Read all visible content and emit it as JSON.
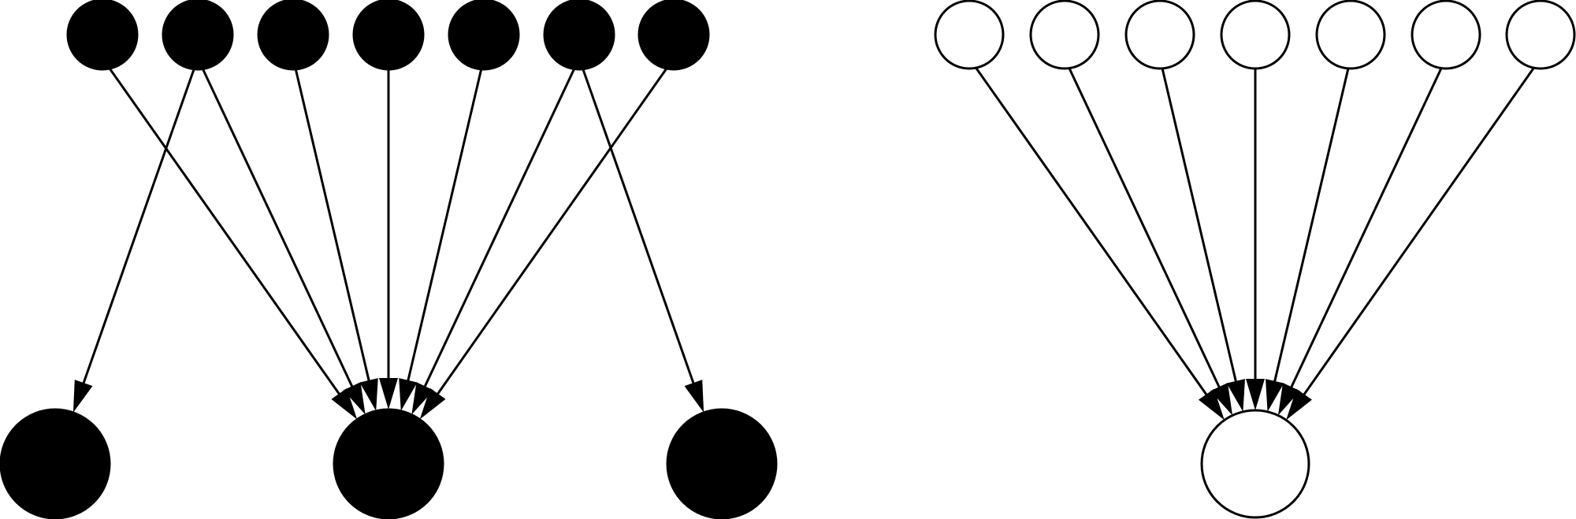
{
  "colors": {
    "background": "#ffffff",
    "stroke": "#000000",
    "filled_node": "#000000",
    "hollow_node": "#ffffff"
  },
  "left_diagram": {
    "style": "filled",
    "inputs": [
      "in-1",
      "in-2",
      "in-3",
      "in-4",
      "in-5",
      "in-6",
      "in-7"
    ],
    "outputs": [
      "out-1",
      "out-2",
      "out-3"
    ],
    "edges": [
      {
        "from": 0,
        "to": 1
      },
      {
        "from": 1,
        "to": 0
      },
      {
        "from": 1,
        "to": 1
      },
      {
        "from": 2,
        "to": 1
      },
      {
        "from": 3,
        "to": 1
      },
      {
        "from": 4,
        "to": 1
      },
      {
        "from": 5,
        "to": 1
      },
      {
        "from": 5,
        "to": 2
      },
      {
        "from": 6,
        "to": 1
      }
    ]
  },
  "right_diagram": {
    "style": "hollow",
    "inputs": [
      "in-1",
      "in-2",
      "in-3",
      "in-4",
      "in-5",
      "in-6",
      "in-7"
    ],
    "outputs": [
      "out-1"
    ],
    "edges": [
      {
        "from": 0,
        "to": 0
      },
      {
        "from": 1,
        "to": 0
      },
      {
        "from": 2,
        "to": 0
      },
      {
        "from": 3,
        "to": 0
      },
      {
        "from": 4,
        "to": 0
      },
      {
        "from": 5,
        "to": 0
      },
      {
        "from": 6,
        "to": 0
      }
    ]
  }
}
